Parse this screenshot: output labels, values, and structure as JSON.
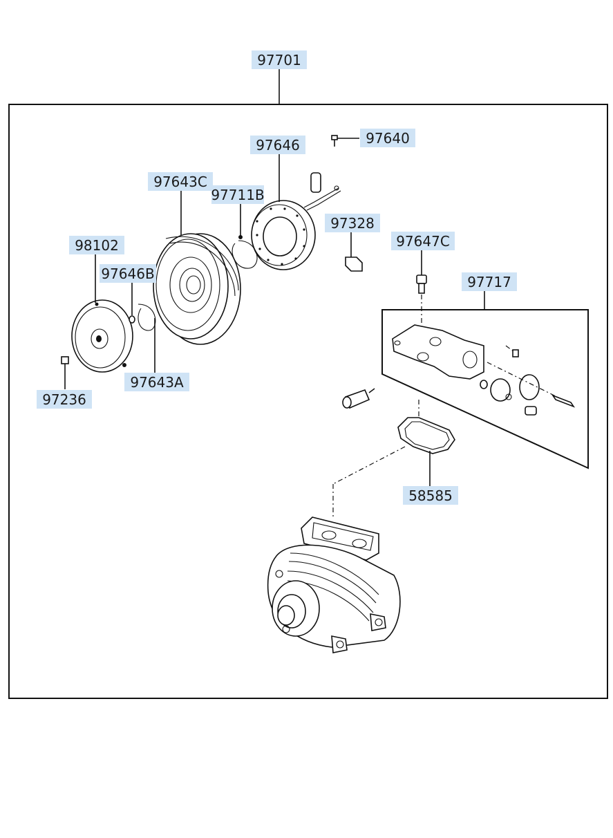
{
  "labels": {
    "assembly": "97701",
    "coil_bolt": "97640",
    "field_coil": "97646",
    "pulley": "97643C",
    "snap_ring_b": "97711B",
    "bracket": "97328",
    "bolt_c": "97647C",
    "pressure_plate": "98102",
    "shim": "97646B",
    "valve_assembly": "97717",
    "snap_ring_a": "97643A",
    "bolt": "97236",
    "gasket": "58585"
  }
}
